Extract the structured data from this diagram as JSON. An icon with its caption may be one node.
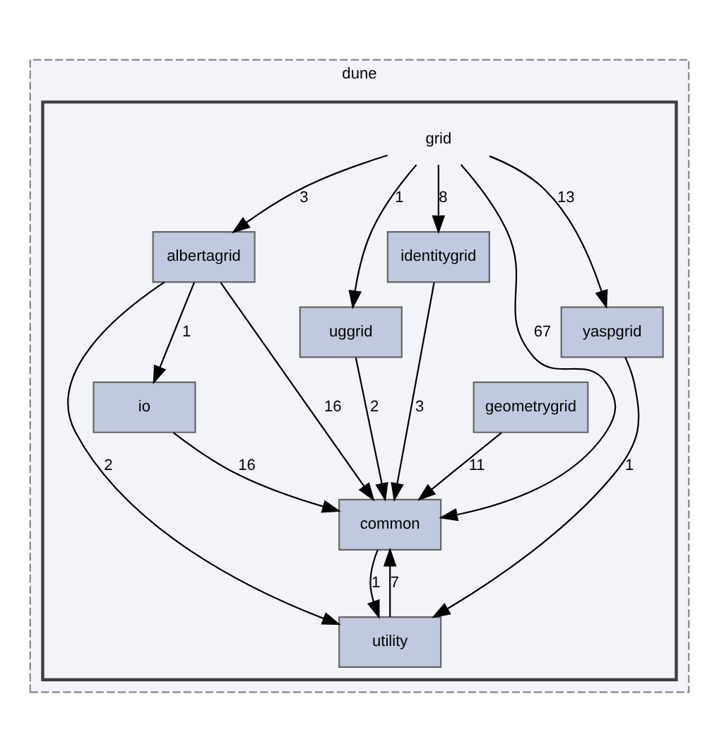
{
  "diagram": {
    "nodes": [
      {
        "text": [
          "dune"
        ]
      },
      {
        "text": [
          "grid"
        ],
        "in": 0
      },
      {
        "text": [
          "albertagrid"
        ],
        "in": 1
      },
      {
        "text": [
          "uggrid"
        ],
        "in": 1
      },
      {
        "text": [
          "geometrygrid"
        ],
        "in": 1
      },
      {
        "text": [
          "io"
        ],
        "in": 1
      },
      {
        "text": [
          "identitygrid"
        ],
        "in": 1
      },
      {
        "text": [
          "common"
        ],
        "in": 1
      },
      {
        "text": [
          "yaspgrid"
        ],
        "in": 1
      },
      {
        "text": [
          "utility"
        ],
        "in": 1
      }
    ],
    "edges": [
      {
        "from": 1,
        "to": 2,
        "arrow": "to",
        "label": "3"
      },
      {
        "from": 1,
        "to": 3,
        "arrow": "to",
        "label": "1"
      },
      {
        "from": 1,
        "to": 6,
        "arrow": "to",
        "label": "8"
      },
      {
        "from": 1,
        "to": 7,
        "arrow": "to",
        "label": "67"
      },
      {
        "from": 1,
        "to": 8,
        "arrow": "to",
        "label": "13"
      },
      {
        "from": 2,
        "to": 5,
        "arrow": "to",
        "label": "1"
      },
      {
        "from": 2,
        "to": 7,
        "arrow": "to",
        "label": "16"
      },
      {
        "from": 2,
        "to": 9,
        "arrow": "to",
        "label": "2"
      },
      {
        "from": 3,
        "to": 7,
        "arrow": "to",
        "label": "2"
      },
      {
        "from": 4,
        "to": 7,
        "arrow": "to",
        "label": "11"
      },
      {
        "from": 5,
        "to": 7,
        "arrow": "to",
        "label": "16"
      },
      {
        "from": 6,
        "to": 7,
        "arrow": "to",
        "label": "3"
      },
      {
        "from": 7,
        "to": 9,
        "arrow": "to",
        "label": "1"
      },
      {
        "from": 8,
        "to": 9,
        "arrow": "to",
        "label": "1"
      },
      {
        "from": 9,
        "to": 7,
        "arrow": "to",
        "label": "7"
      }
    ]
  }
}
